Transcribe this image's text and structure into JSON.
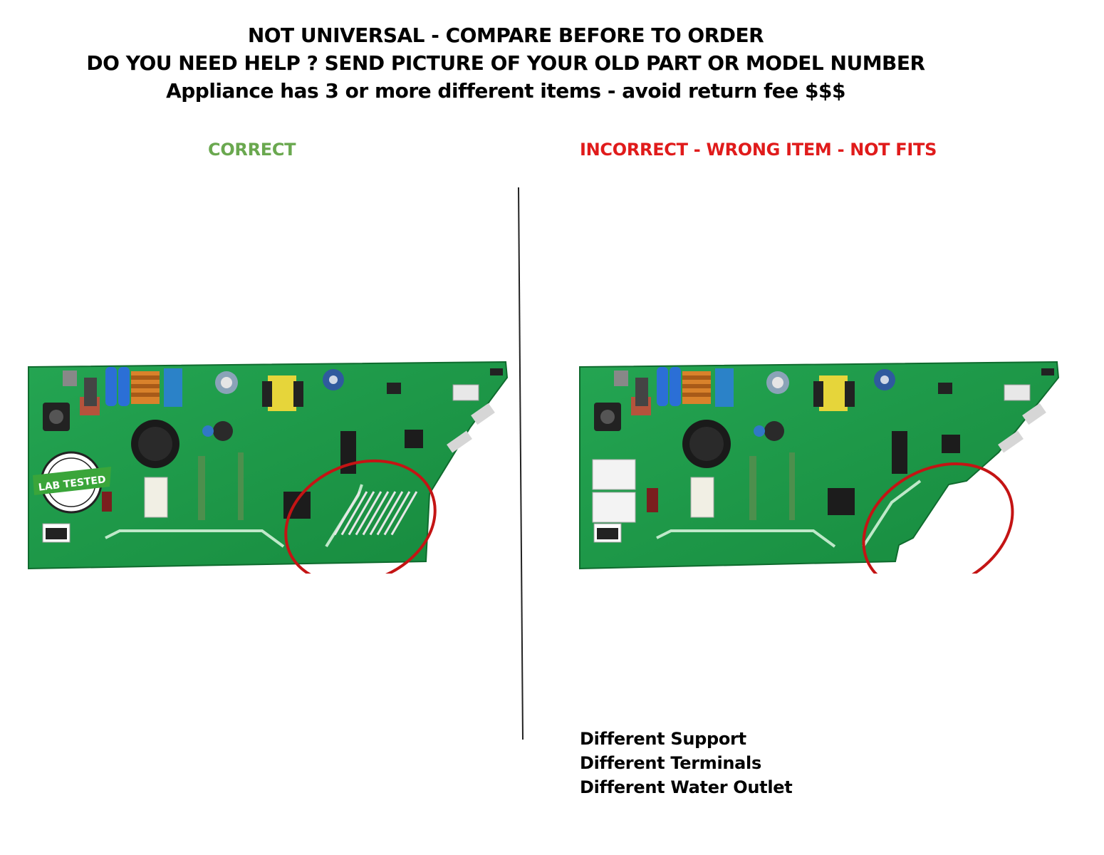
{
  "header": {
    "line1": "NOT UNIVERSAL - COMPARE BEFORE TO ORDER",
    "line2": "DO YOU NEED HELP ? SEND PICTURE OF YOUR OLD PART OR MODEL NUMBER",
    "line3": "Appliance has 3 or more different items  - avoid return fee $$$"
  },
  "labels": {
    "correct": "CORRECT",
    "incorrect": "INCORRECT - WRONG ITEM - NOT FITS"
  },
  "badge": {
    "text": "LAB TESTED"
  },
  "differences": [
    "Different Support",
    "Different Terminals",
    "Different Water Outlet"
  ],
  "colors": {
    "correct": "#6aa84f",
    "incorrect": "#e01b1b",
    "board_green": "#1e9a48",
    "highlight_circle": "#c41414"
  }
}
